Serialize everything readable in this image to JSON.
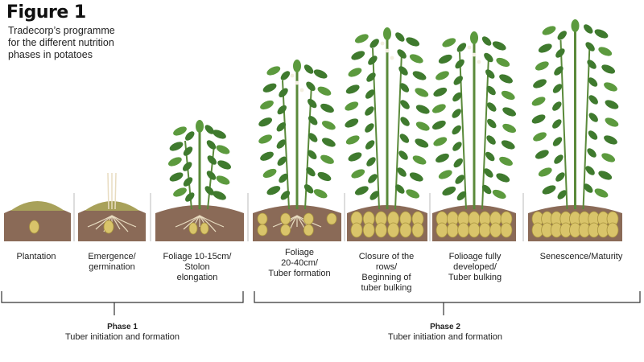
{
  "figure": {
    "title": "Figure 1",
    "subtitle_lines": [
      "Tradecorp’s programme",
      "for the different nutrition",
      "phases in potatoes"
    ]
  },
  "stages": [
    {
      "lines": [
        "Plantation"
      ]
    },
    {
      "lines": [
        "Emergence/",
        "germination"
      ]
    },
    {
      "lines": [
        "Foliage 10-15cm/",
        "Stolon",
        "elongation"
      ]
    },
    {
      "lines": [
        "Foliage",
        "20-40cm/",
        "Tuber formation"
      ]
    },
    {
      "lines": [
        "Closure of the",
        "rows/",
        "Beginning of",
        "tuber bulking"
      ]
    },
    {
      "lines": [
        "Folioage fully",
        "developed/",
        "Tuber bulking"
      ]
    },
    {
      "lines": [
        "Senescence/Maturity"
      ]
    }
  ],
  "phases": [
    {
      "name": "Phase 1",
      "description": "Tuber initiation and formation"
    },
    {
      "name": "Phase 2",
      "description": "Tuber initiation and formation"
    }
  ],
  "colors": {
    "soil": "#8a6a57",
    "soil_dark": "#6d5242",
    "mound": "#a8a15a",
    "tuber": "#d9c46a",
    "tuber_edge": "#a8933e",
    "leaf": "#3f7a2e",
    "leaf_light": "#5c9a3e",
    "stem": "#5a8a3a",
    "root": "#e8dcc0",
    "flower": "#f2eedf",
    "bracket": "#333333",
    "divider": "#bbbbbb"
  }
}
